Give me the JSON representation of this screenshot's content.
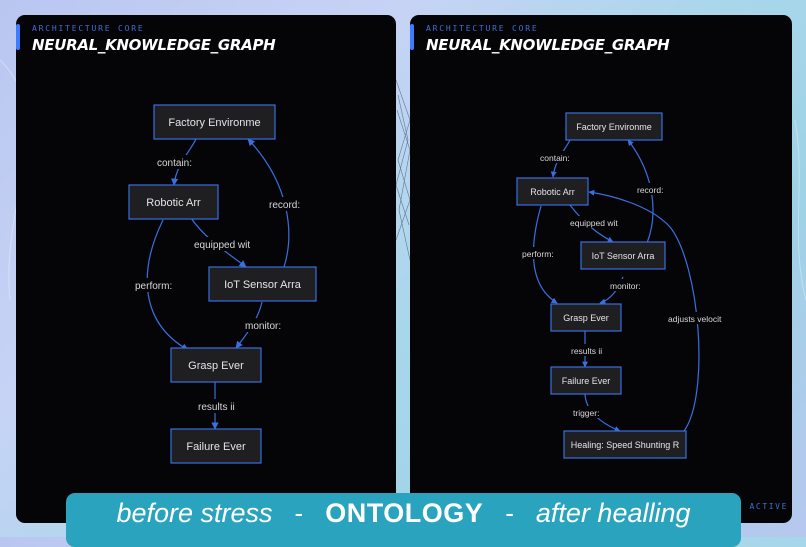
{
  "panels": [
    {
      "kicker": "ARCHITECTURE CORE",
      "title": "NEURAL_KNOWLEDGE_GRAPH",
      "nodes": [
        {
          "id": "factory",
          "label": "Factory Environme"
        },
        {
          "id": "robotic",
          "label": "Robotic Arr"
        },
        {
          "id": "iot",
          "label": "IoT Sensor Arra"
        },
        {
          "id": "grasp",
          "label": "Grasp Ever"
        },
        {
          "id": "failure",
          "label": "Failure Ever"
        }
      ],
      "edges": [
        {
          "id": "contains",
          "label": "contain:"
        },
        {
          "id": "records",
          "label": "record:"
        },
        {
          "id": "equipped",
          "label": "equipped wit"
        },
        {
          "id": "performs",
          "label": "perform:"
        },
        {
          "id": "monitors",
          "label": "monitor:"
        },
        {
          "id": "results",
          "label": "results ii"
        }
      ]
    },
    {
      "kicker": "ARCHITECTURE CORE",
      "title": "NEURAL_KNOWLEDGE_GRAPH",
      "status": " : ACTIVE",
      "nodes": [
        {
          "id": "factory",
          "label": "Factory Environme"
        },
        {
          "id": "robotic",
          "label": "Robotic Arr"
        },
        {
          "id": "iot",
          "label": "IoT Sensor Arra"
        },
        {
          "id": "grasp",
          "label": "Grasp Ever"
        },
        {
          "id": "failure",
          "label": "Failure Ever"
        },
        {
          "id": "healing",
          "label": "Healing: Speed Shunting R"
        }
      ],
      "edges": [
        {
          "id": "contains",
          "label": "contain:"
        },
        {
          "id": "records",
          "label": "record:"
        },
        {
          "id": "equipped",
          "label": "equipped wit"
        },
        {
          "id": "performs",
          "label": "perform:"
        },
        {
          "id": "monitors",
          "label": "monitor:"
        },
        {
          "id": "results",
          "label": "results ii"
        },
        {
          "id": "triggers",
          "label": "trigger:"
        },
        {
          "id": "adjusts",
          "label": "adjusts velocit"
        }
      ]
    }
  ],
  "caption": {
    "before": "before stress",
    "separator": "-",
    "center": "ONTOLOGY",
    "after": "after healling"
  },
  "colors": {
    "panel_bg": "#050507",
    "accent_blue": "#3a6fe0",
    "node_fill": "#1f1f22",
    "caption_bg": "#2aa3bf"
  }
}
